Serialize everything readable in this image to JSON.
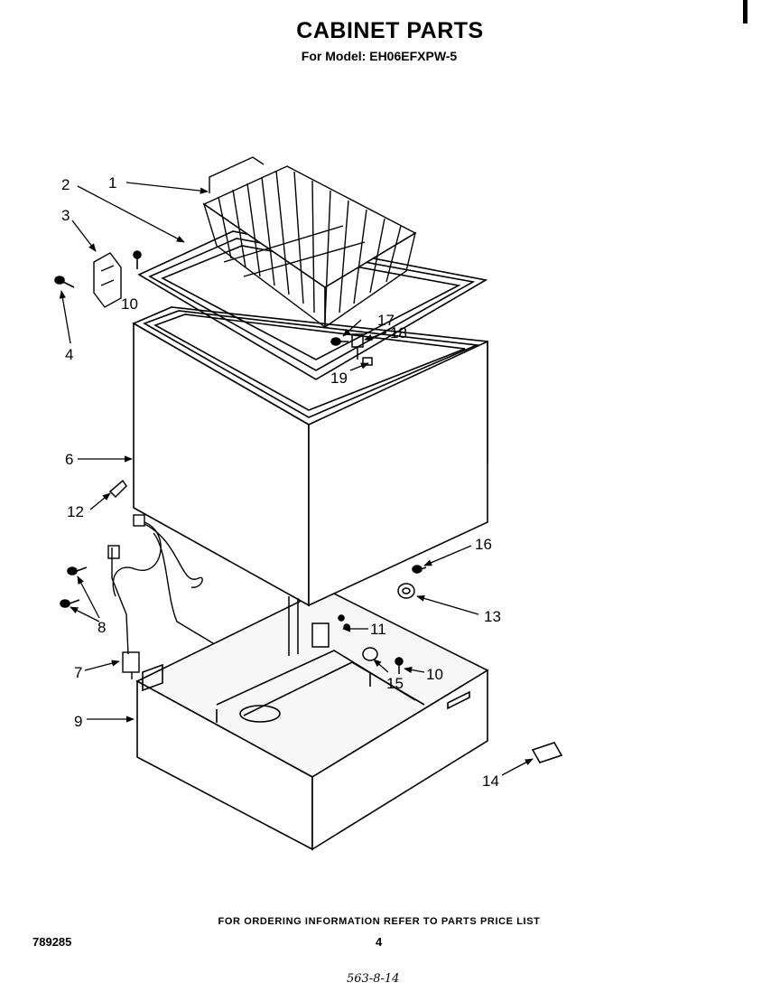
{
  "title": "CABINET PARTS",
  "subtitle": "For Model: EH06EFXPW-5",
  "footer": "FOR ORDERING INFORMATION REFER TO PARTS PRICE LIST",
  "doc_number": "789285",
  "page_number": "4",
  "handwritten_note": "563-8-14",
  "callouts": {
    "c1": "1",
    "c2": "2",
    "c3": "3",
    "c4": "4",
    "c6": "6",
    "c7": "7",
    "c8": "8",
    "c9": "9",
    "c10a": "10",
    "c10b": "10",
    "c11": "11",
    "c12": "12",
    "c13": "13",
    "c14": "14",
    "c15": "15",
    "c16": "16",
    "c17": "17",
    "c18": "18",
    "c19": "19"
  }
}
